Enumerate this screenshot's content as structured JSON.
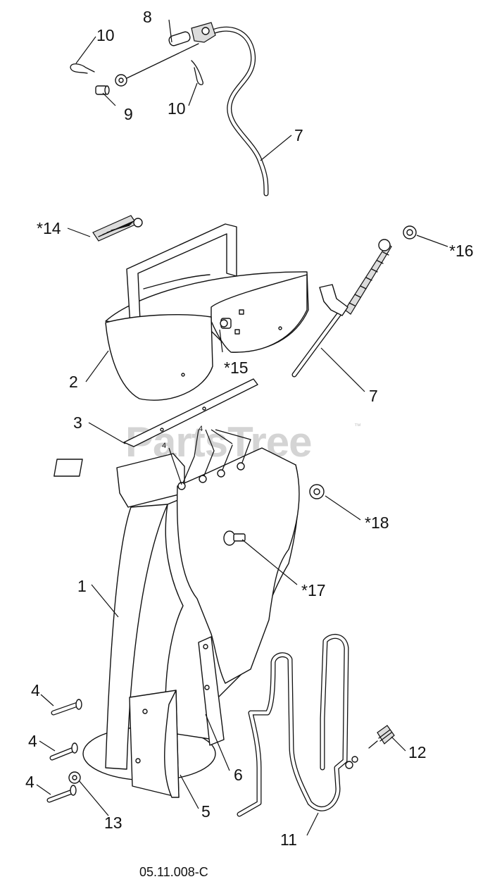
{
  "watermark": {
    "text": "PartsTree",
    "tm": "™"
  },
  "drawing_code": "05.11.008-C",
  "callouts": {
    "c1": "1",
    "c2": "2",
    "c3": "3",
    "c4_a": "4",
    "c4_b": "4",
    "c4_c": "4",
    "c4_small_a": "4",
    "c4_small_b": "4",
    "c5": "5",
    "c6": "6",
    "c7_top": "7",
    "c7_mid": "7",
    "c8": "8",
    "c9": "9",
    "c10_a": "10",
    "c10_b": "10",
    "c11": "11",
    "c12": "12",
    "c13": "13",
    "c14": "*14",
    "c15": "*15",
    "c16": "*16",
    "c17": "*17",
    "c18": "*18"
  }
}
